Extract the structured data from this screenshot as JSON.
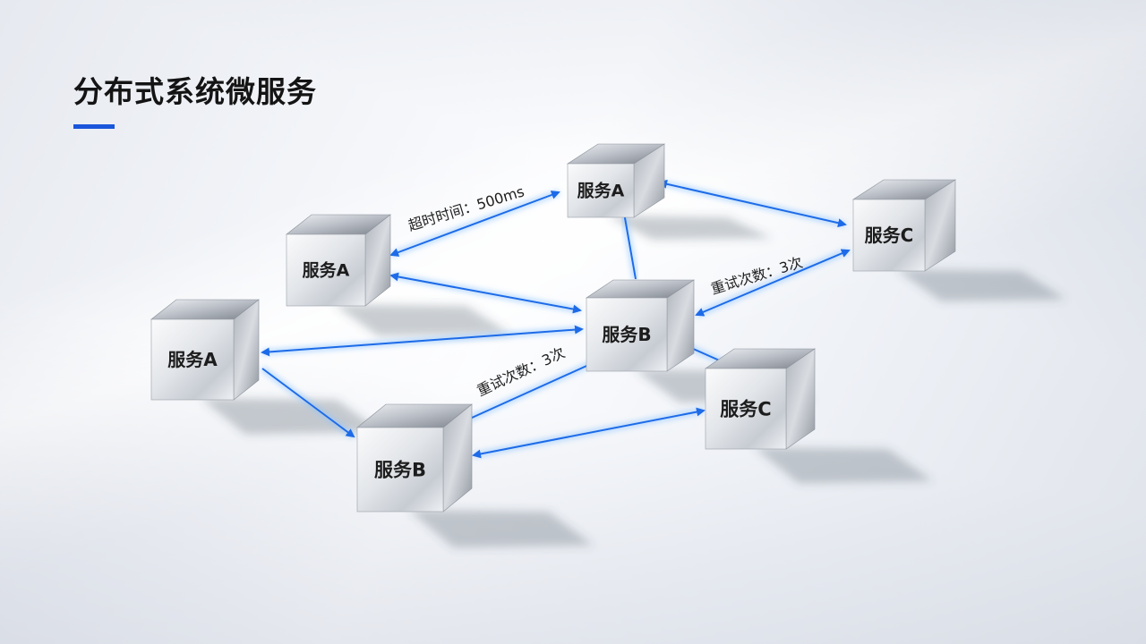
{
  "title": "分布式系统微服务",
  "colors": {
    "accent": "#1a56db",
    "arrow": "#1d6be8",
    "glow": "#8ec4ff"
  },
  "nodes": [
    {
      "id": "a_top",
      "label": "服务A"
    },
    {
      "id": "a_mid",
      "label": "服务A"
    },
    {
      "id": "a_left",
      "label": "服务A"
    },
    {
      "id": "b_center",
      "label": "服务B"
    },
    {
      "id": "b_bottom",
      "label": "服务B"
    },
    {
      "id": "c_right",
      "label": "服务C"
    },
    {
      "id": "c_mid",
      "label": "服务C"
    }
  ],
  "edge_labels": {
    "timeout": "超时时间：500ms",
    "retry_upper": "重试次数：3次",
    "retry_lower": "重试次数：3次"
  }
}
